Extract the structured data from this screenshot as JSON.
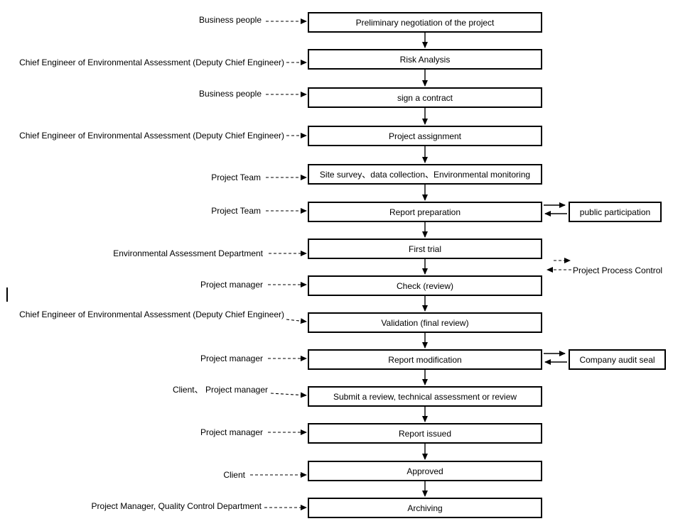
{
  "flow": {
    "steps": [
      {
        "actor": "Business people",
        "label": "Preliminary negotiation of the project"
      },
      {
        "actor": "Chief Engineer of Environmental Assessment (Deputy Chief Engineer)",
        "label": "Risk Analysis"
      },
      {
        "actor": "Business people",
        "label": "sign a contract"
      },
      {
        "actor": "Chief Engineer of Environmental Assessment (Deputy Chief Engineer)",
        "label": "Project assignment"
      },
      {
        "actor": "Project Team",
        "label": "Site survey、data collection、Environmental monitoring"
      },
      {
        "actor": "Project Team",
        "label": "Report preparation"
      },
      {
        "actor": "Environmental Assessment Department",
        "label": "First trial"
      },
      {
        "actor": "Project manager",
        "label": "Check (review)"
      },
      {
        "actor": "Chief Engineer of Environmental Assessment (Deputy Chief Engineer)",
        "label": "Validation (final review)"
      },
      {
        "actor": "Project manager",
        "label": "Report modification"
      },
      {
        "actor": "Client、 Project manager",
        "label": "Submit a review, technical assessment or review"
      },
      {
        "actor": "Project manager",
        "label": "Report issued"
      },
      {
        "actor": "Client",
        "label": "Approved"
      },
      {
        "actor": "Project Manager, Quality Control Department",
        "label": "Archiving"
      }
    ],
    "side_boxes": [
      {
        "label": "public participation",
        "attached_to": "Report preparation"
      },
      {
        "label": "Company audit seal",
        "attached_to": "Report modification"
      }
    ],
    "annotations": [
      {
        "label": "Project Process Control"
      }
    ],
    "colors": {
      "line": "#000000",
      "text": "#000000",
      "background": "#ffffff"
    }
  }
}
